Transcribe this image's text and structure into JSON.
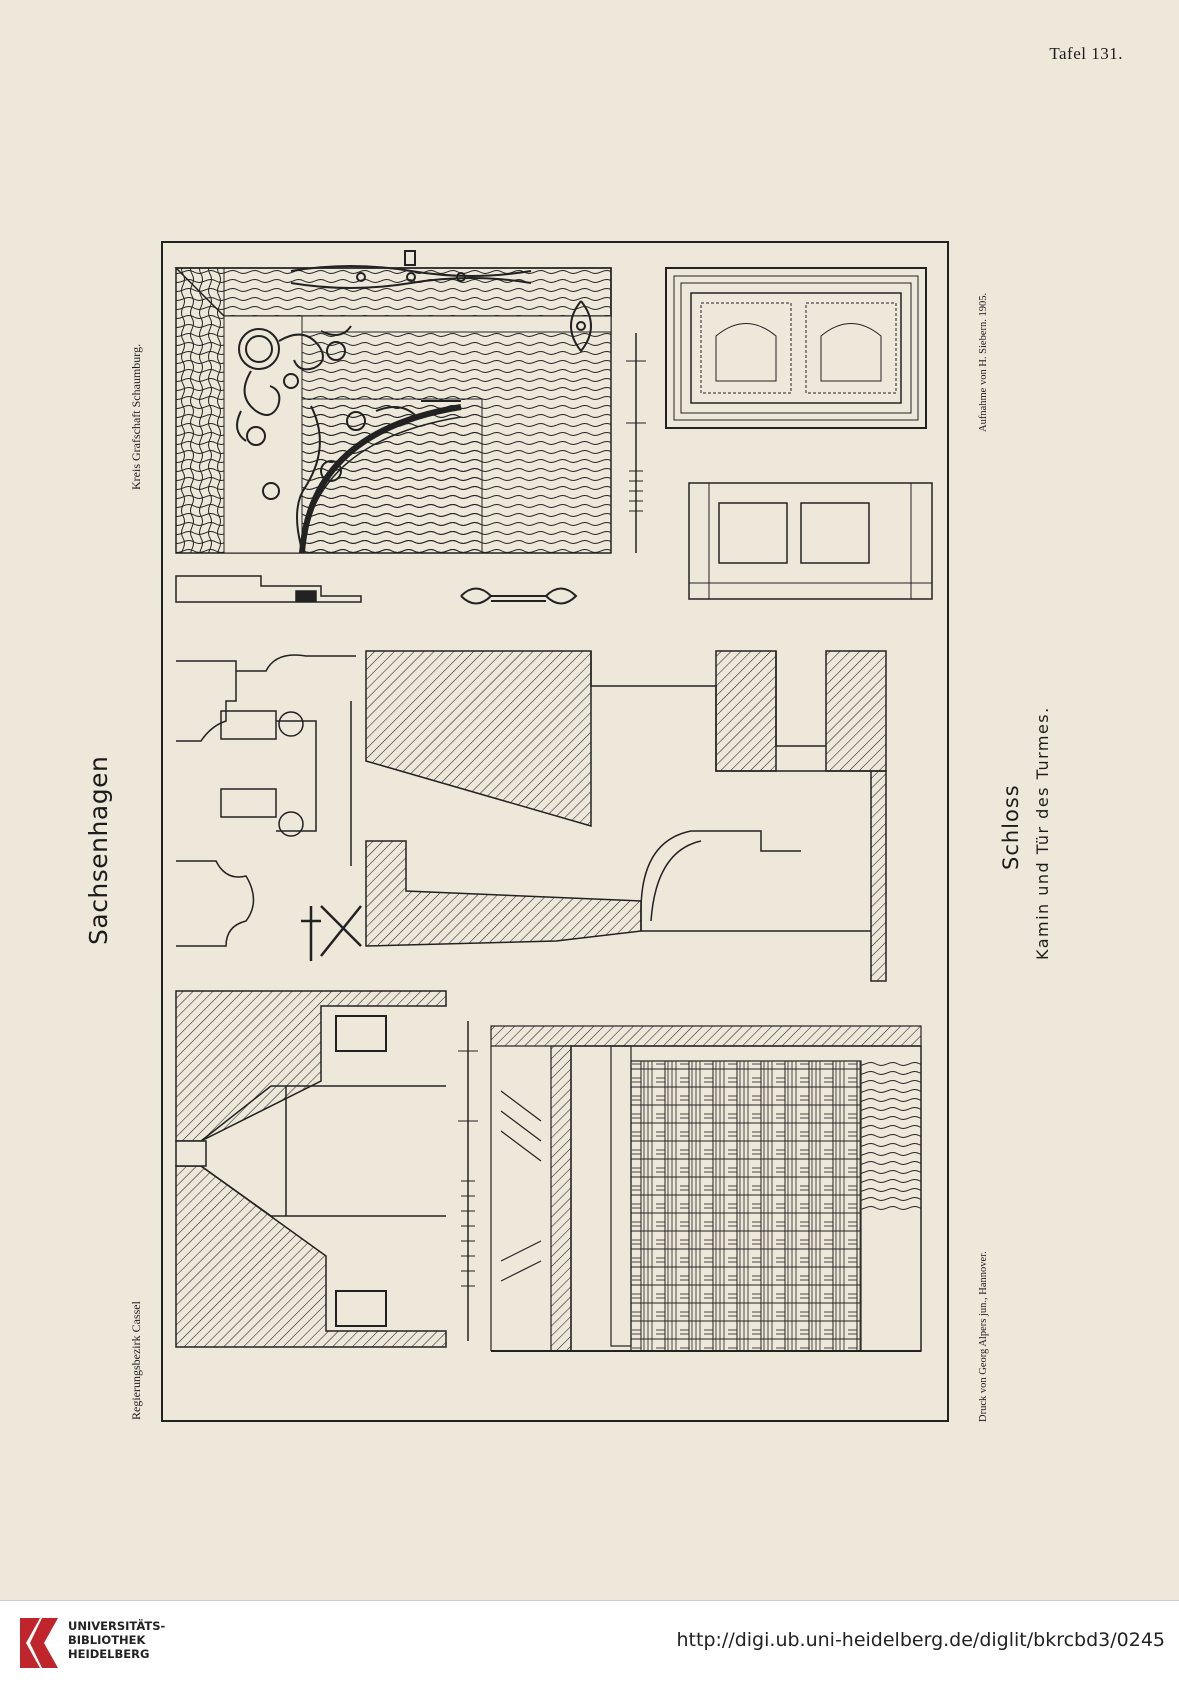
{
  "plate": {
    "number": "Tafel 131."
  },
  "margin_left": {
    "place": "Sachsenhagen",
    "region": "Regierungsbezirk Cassel",
    "district": "Kreis Grafschaft Schaumburg."
  },
  "margin_right": {
    "caption_title": "Schloss",
    "caption_subtitle": "Kamin und Tür des Turmes.",
    "survey_credit": "Aufnahme von H. Siebern. 1905.",
    "printer_credit": "Druck von Georg Alpers jun., Hannover."
  },
  "footer": {
    "library_line1": "UNIVERSITÄTS-",
    "library_line2": "BIBLIOTHEK",
    "library_line3": "HEIDELBERG",
    "url": "http://digi.ub.uni-heidelberg.de/diglit/bkrcbd3/0245"
  },
  "colors": {
    "paper": "#eee8da",
    "ink": "#1c1c1c",
    "logo_red": "#c0252b"
  }
}
